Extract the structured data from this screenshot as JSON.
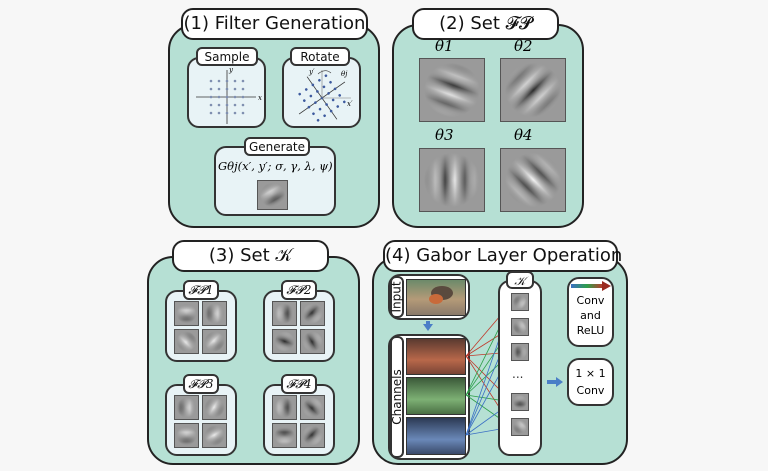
{
  "panels": {
    "p1": {
      "title": "(1) Filter Generation",
      "sample_label": "Sample",
      "rotate_label": "Rotate",
      "generate_label": "Generate",
      "axis_x": "x",
      "axis_y": "y",
      "axis_x_prime": "x′",
      "axis_y_prime": "y′",
      "theta_label": "θj",
      "formula": "Gθj(x′, y′; σ, γ, λ, ψ)"
    },
    "p2": {
      "title": "(2) Set 𝓕𝓟",
      "thetas": [
        "θ1",
        "θ2",
        "θ3",
        "θ4"
      ]
    },
    "p3": {
      "title": "(3) Set 𝒦",
      "sets": [
        "𝓕𝓟1",
        "𝓕𝓟2",
        "𝓕𝓟3",
        "𝓕𝓟4"
      ]
    },
    "p4": {
      "title": "(4) Gabor Layer Operation",
      "input_label": "Input",
      "channels_label": "Channels",
      "k_label": "𝒦",
      "ellipsis": "...",
      "conv_relu_line1": "Conv",
      "conv_relu_line2": "and",
      "conv_relu_line3": "ReLU",
      "conv1x1_line1": "1 × 1",
      "conv1x1_line2": "Conv"
    }
  },
  "colors": {
    "panel_fill": "#b6e0d4",
    "box_fill": "#e8f3f6",
    "arrow_blue": "#4a7ec7",
    "line_red": "#c0392b",
    "line_green": "#2e9e4a",
    "line_blue": "#3a6fc4"
  }
}
